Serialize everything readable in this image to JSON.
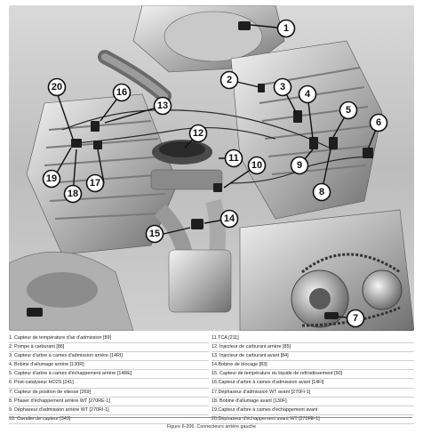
{
  "callouts": [
    {
      "num": "1"
    },
    {
      "num": "2"
    },
    {
      "num": "3"
    },
    {
      "num": "4"
    },
    {
      "num": "5"
    },
    {
      "num": "6"
    },
    {
      "num": "7"
    },
    {
      "num": "8"
    },
    {
      "num": "9"
    },
    {
      "num": "10"
    },
    {
      "num": "11"
    },
    {
      "num": "12"
    },
    {
      "num": "13"
    },
    {
      "num": "14"
    },
    {
      "num": "15"
    },
    {
      "num": "16"
    },
    {
      "num": "17"
    },
    {
      "num": "18"
    },
    {
      "num": "19"
    },
    {
      "num": "20"
    }
  ],
  "legend": {
    "left": [
      "1. Capteur de température d'air d'admission [89]",
      "2. Pompe à carburant [86]",
      "3. Capteur d'arbre à cames d'admission arrière [14RI]",
      "4. Bobine d'allumage arrière [130R]",
      "5. Capteur d'arbre à cames d'échappement arrière [14RE]",
      "6. Post-catalyseur HO2S [241]",
      "7. Capteur de position de vitesse [269]",
      "8. Phaser d'échappement arrière WT [270RE-1]",
      "9. Déphaseur d'admission arrière WT [270RI-1]",
      "10. Cavalier de capteur [343]"
    ],
    "right": [
      "11.TCA [211]",
      "12. Injecteur de carburant arrière [85]",
      "13. Injecteur de carburant avant [84]",
      "14.Bobine de blocage [83]",
      "15. Capteur de température du liquide de refroidissement [90]",
      "16.Capteur d'arbre à cames d'admission avant [14FI]",
      "17.Déphaseur d'admission WT avant [270FI-1]",
      "18. Bobine d'allumage avant [130F]",
      "19.Capteur d'arbre à cames d'échappement avant",
      "20.Déphaseur d'échappement avant WT [270FE-1]"
    ]
  },
  "caption": "Figure 6-206. Connecteurs arrière gauche"
}
